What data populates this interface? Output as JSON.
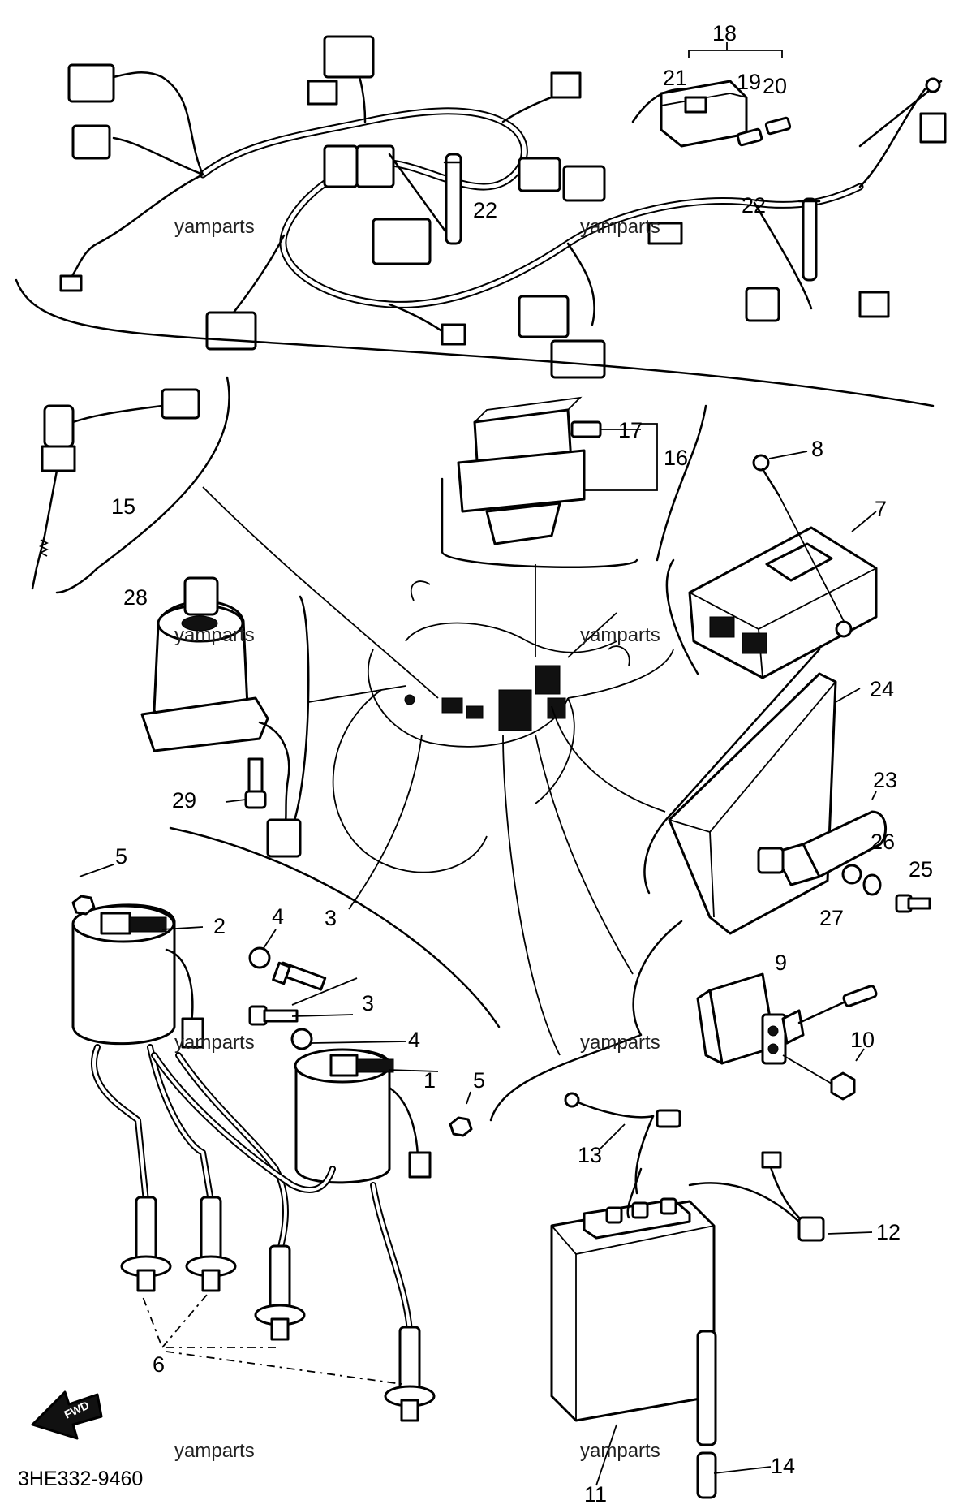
{
  "diagram": {
    "drawing_code": "3HE332-9460",
    "watermark": "yamparts",
    "direction_badge": "FWD",
    "callouts": [
      "1",
      "2",
      "3",
      "4",
      "5",
      "6",
      "7",
      "8",
      "9",
      "10",
      "11",
      "12",
      "13",
      "14",
      "15",
      "16",
      "17",
      "18",
      "19",
      "20",
      "21",
      "22",
      "23",
      "24",
      "25",
      "26",
      "27",
      "28",
      "29"
    ]
  },
  "parts": [
    {
      "number": "1",
      "depicted": "ignition-coil-right-icon"
    },
    {
      "number": "2",
      "depicted": "ignition-coil-left-icon"
    },
    {
      "number": "3",
      "depicted": "coil-bolt-icon"
    },
    {
      "number": "4",
      "depicted": "washer-icon"
    },
    {
      "number": "5",
      "depicted": "nut-icon"
    },
    {
      "number": "6",
      "depicted": "spark-plug-cap-icon"
    },
    {
      "number": "7",
      "depicted": "ignitor-unit-icon"
    },
    {
      "number": "8",
      "depicted": "screw-icon"
    },
    {
      "number": "9",
      "depicted": "starter-relay-icon"
    },
    {
      "number": "10",
      "depicted": "relay-nut-icon"
    },
    {
      "number": "11",
      "depicted": "battery-icon"
    },
    {
      "number": "12",
      "depicted": "battery-positive-lead-icon"
    },
    {
      "number": "13",
      "depicted": "battery-negative-lead-icon"
    },
    {
      "number": "14",
      "depicted": "breather-pipe-icon"
    },
    {
      "number": "15",
      "depicted": "rear-brake-switch-icon"
    },
    {
      "number": "16",
      "depicted": "relay-assembly-icon"
    },
    {
      "number": "17",
      "depicted": "relay-fuse-icon"
    },
    {
      "number": "18",
      "depicted": "fuse-box-assembly-icon"
    },
    {
      "number": "19",
      "depicted": "fuse-icon"
    },
    {
      "number": "20",
      "depicted": "spare-fuse-icon"
    },
    {
      "number": "21",
      "depicted": "fuse-box-icon"
    },
    {
      "number": "22",
      "depicted": "cable-tie-icon"
    },
    {
      "number": "23",
      "depicted": "rectifier-regulator-icon"
    },
    {
      "number": "24",
      "depicted": "mounting-plate-icon"
    },
    {
      "number": "25",
      "depicted": "regulator-bolt-icon"
    },
    {
      "number": "26",
      "depicted": "spring-washer-icon"
    },
    {
      "number": "27",
      "depicted": "plain-washer-icon"
    },
    {
      "number": "28",
      "depicted": "main-switch-icon"
    },
    {
      "number": "29",
      "depicted": "main-switch-bolt-icon"
    }
  ]
}
